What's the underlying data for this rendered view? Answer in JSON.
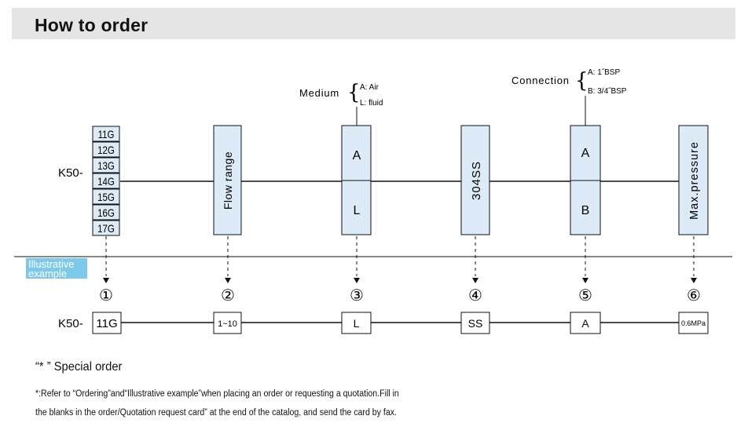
{
  "header": {
    "title": "How to order"
  },
  "diagram": {
    "prefix": "K50-",
    "codes": [
      "11G",
      "12G",
      "13G",
      "14G",
      "15G",
      "16G",
      "17G"
    ],
    "flow_label": "Flow range",
    "medium": {
      "label": "Medium",
      "options": [
        "A: Air",
        "L: fluid"
      ],
      "codes": [
        "A",
        "L"
      ]
    },
    "material_label": "304SS",
    "connection": {
      "label": "Connection",
      "options": [
        "A: 1˝BSP",
        "B: 3/4˝BSP"
      ],
      "codes": [
        "A",
        "B"
      ]
    },
    "pressure_label": "Max.pressure",
    "illustrative_label": [
      "Illustrative",
      "example"
    ],
    "step_numbers": [
      "①",
      "②",
      "③",
      "④",
      "⑤",
      "⑥"
    ],
    "example": {
      "prefix": "K50-",
      "values": [
        "11G",
        "1~10",
        "L",
        "SS",
        "A",
        "0.6MPa"
      ]
    },
    "colors": {
      "box_fill": "#dcebf7",
      "tag_fill": "#7cc9ea",
      "line": "#111111"
    }
  },
  "notes": {
    "special": "“* ” Special order",
    "lines": [
      "*:Refer to “Ordering”and“Illustrative example”when placing an order or requesting a quotation.Fill in",
      "the blanks in the order/Quotation request card” at the end of the catalog, and send the card by fax."
    ]
  }
}
